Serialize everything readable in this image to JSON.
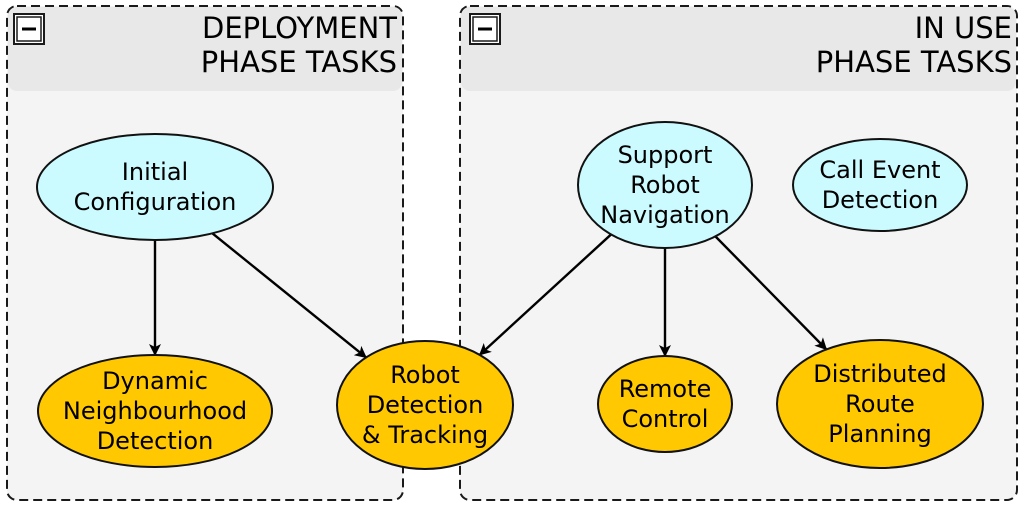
{
  "colors": {
    "setup_node": "#ccfbff",
    "task_node": "#ffc800",
    "arrow": "#000000"
  },
  "groups": [
    {
      "id": "deployment",
      "title_lines": [
        "DEPLOYMENT",
        "PHASE TASKS"
      ],
      "control_icon": "minus-icon"
    },
    {
      "id": "in_use",
      "title_lines": [
        "IN USE",
        "PHASE TASKS"
      ],
      "control_icon": "minus-icon"
    }
  ],
  "nodes": [
    {
      "id": "initial_configuration",
      "group": "deployment",
      "kind": "setup_node",
      "lines": [
        "Initial",
        "Configuration"
      ]
    },
    {
      "id": "dynamic_neighbourhood_detection",
      "group": "deployment",
      "kind": "task_node",
      "lines": [
        "Dynamic",
        "Neighbourhood",
        "Detection"
      ]
    },
    {
      "id": "robot_detection_tracking",
      "group": "",
      "kind": "task_node",
      "lines": [
        "Robot",
        "Detection",
        "& Tracking"
      ]
    },
    {
      "id": "support_robot_navigation",
      "group": "in_use",
      "kind": "setup_node",
      "lines": [
        "Support",
        "Robot",
        "Navigation"
      ]
    },
    {
      "id": "call_event_detection",
      "group": "in_use",
      "kind": "setup_node",
      "lines": [
        "Call Event",
        "Detection"
      ]
    },
    {
      "id": "remote_control",
      "group": "in_use",
      "kind": "task_node",
      "lines": [
        "Remote",
        "Control"
      ]
    },
    {
      "id": "distributed_route_planning",
      "group": "in_use",
      "kind": "task_node",
      "lines": [
        "Distributed",
        "Route",
        "Planning"
      ]
    }
  ],
  "edges": [
    {
      "from": "initial_configuration",
      "to": "dynamic_neighbourhood_detection"
    },
    {
      "from": "initial_configuration",
      "to": "robot_detection_tracking"
    },
    {
      "from": "support_robot_navigation",
      "to": "robot_detection_tracking"
    },
    {
      "from": "support_robot_navigation",
      "to": "remote_control"
    },
    {
      "from": "support_robot_navigation",
      "to": "distributed_route_planning"
    }
  ]
}
